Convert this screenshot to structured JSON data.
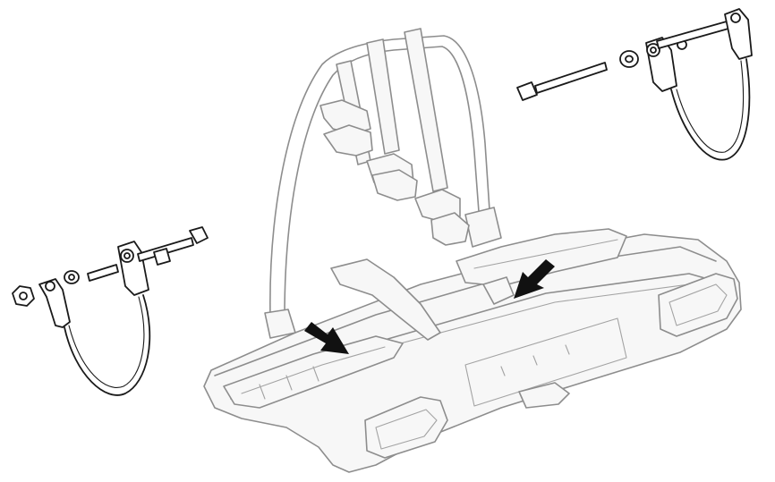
{
  "colors": {
    "ghost_outline": "#8d8d8d",
    "part_outline": "#1a1a1a",
    "arrow_fill": "#111111",
    "background": "#ffffff"
  },
  "parts": {
    "carrier": "bike-carrier-outline",
    "left_kit": [
      "nut",
      "bolt-eye",
      "washer",
      "bracket",
      "bolt",
      "cable-loop"
    ],
    "right_kit": [
      "bolt",
      "washer",
      "bracket",
      "cable-loop"
    ],
    "arrows": 2
  }
}
